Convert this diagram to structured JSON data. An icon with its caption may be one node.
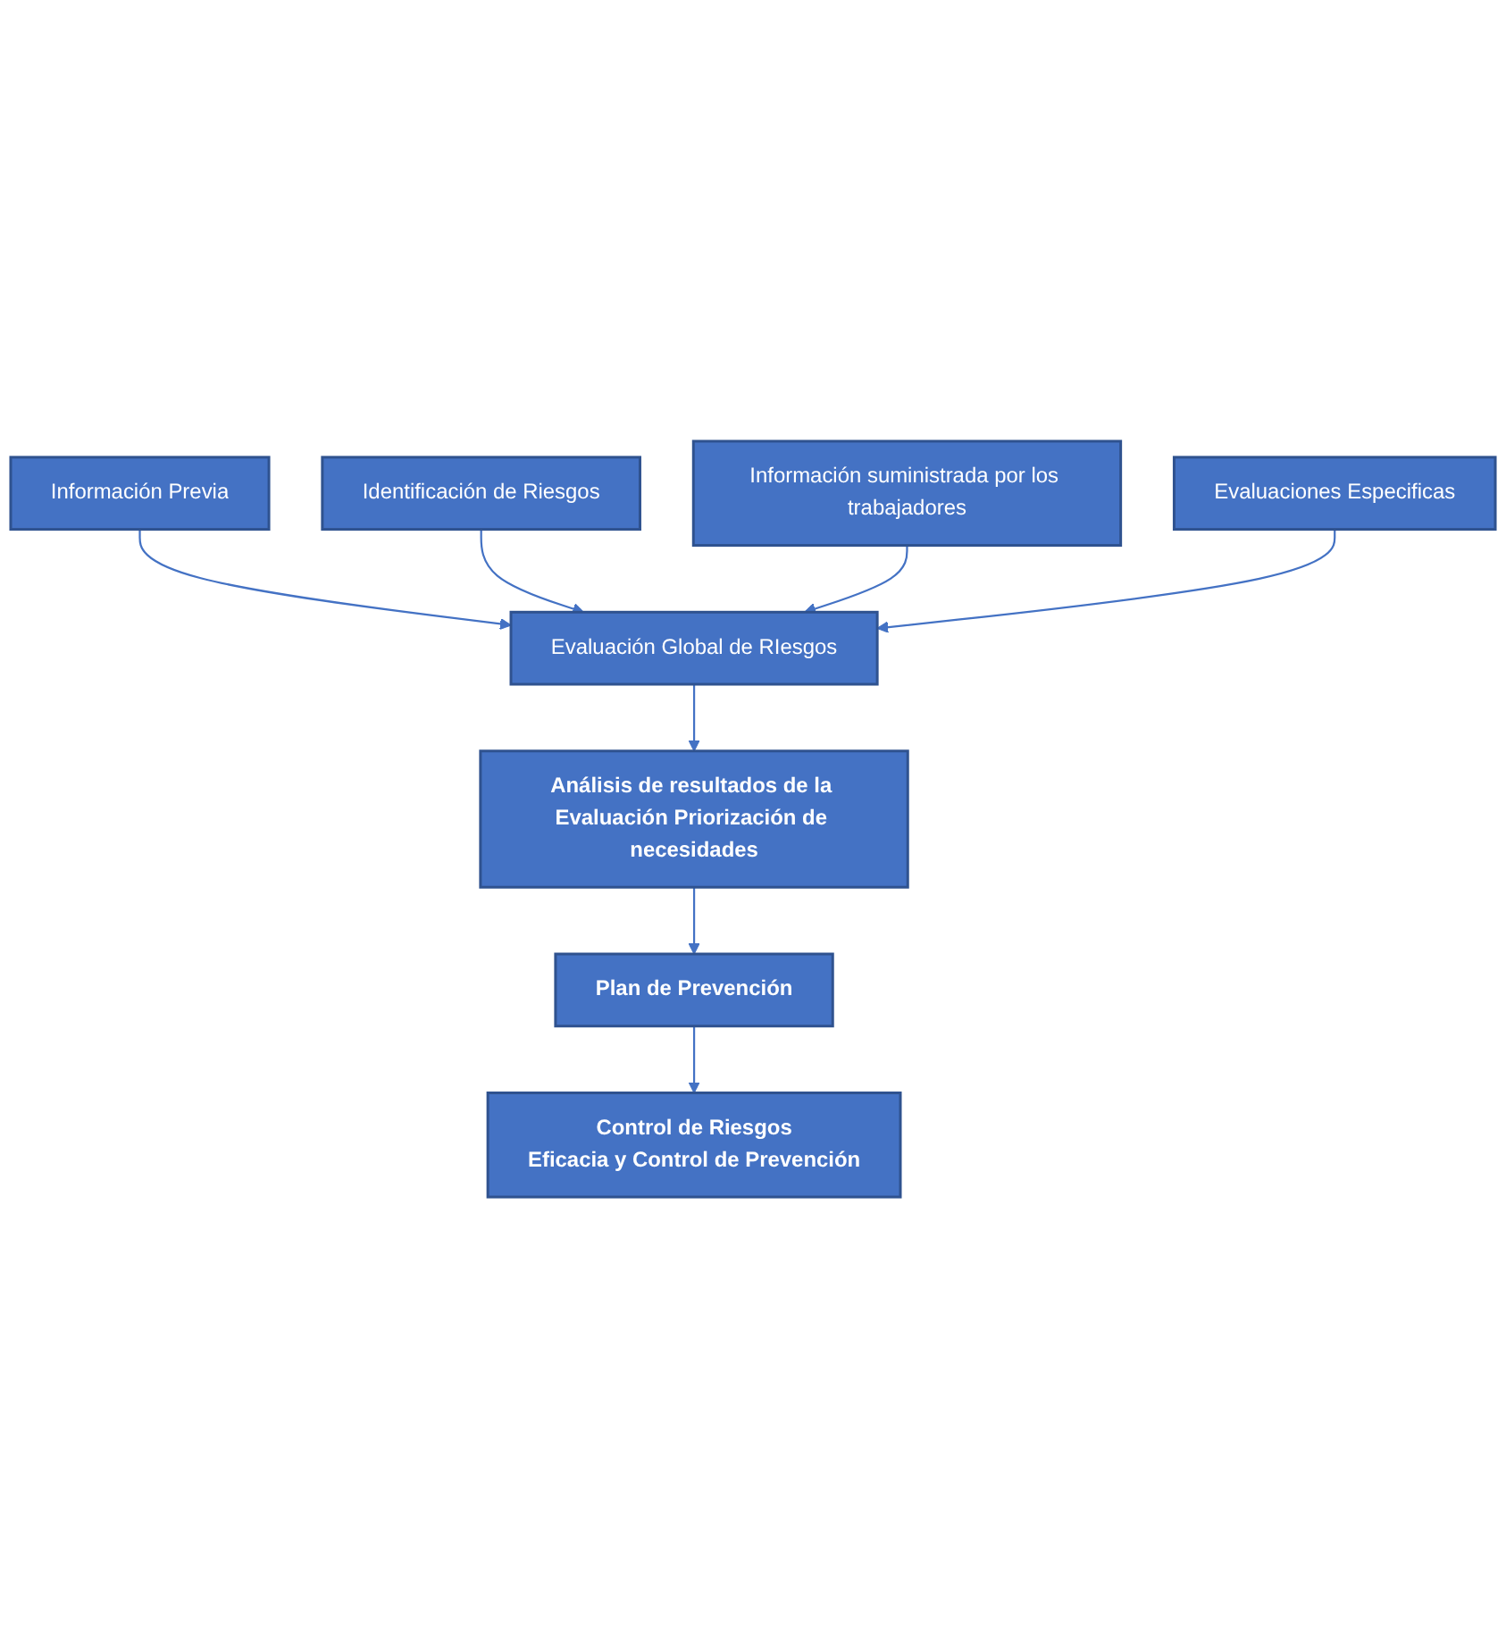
{
  "diagram": {
    "nodes": [
      {
        "text": [
          "Información Previa"
        ]
      },
      {
        "text": [
          "Identificación de Riesgos"
        ]
      },
      {
        "text": [
          "Información suministrada por los trabajadores"
        ]
      },
      {
        "text": [
          "Evaluación Global de RIesgos"
        ]
      },
      {
        "text": [
          "Evaluaciones Especificas"
        ]
      },
      {
        "text": [
          "Análisis de resultados de la Evaluación Priorización de necesidades"
        ]
      },
      {
        "text": [
          "Plan de Prevención"
        ]
      },
      {
        "text": [
          "Control de Riesgos",
          "Eficacia y Control de Prevención"
        ]
      }
    ],
    "edges": [
      {
        "from": 0,
        "to": 3,
        "arrow": "to"
      },
      {
        "from": 1,
        "to": 3,
        "arrow": "to"
      },
      {
        "from": 2,
        "to": 3,
        "arrow": "to"
      },
      {
        "from": 4,
        "to": 3,
        "arrow": "to"
      },
      {
        "from": 3,
        "to": 5,
        "arrow": "to"
      },
      {
        "from": 5,
        "to": 6,
        "arrow": "to"
      },
      {
        "from": 6,
        "to": 7,
        "arrow": "to"
      }
    ]
  }
}
